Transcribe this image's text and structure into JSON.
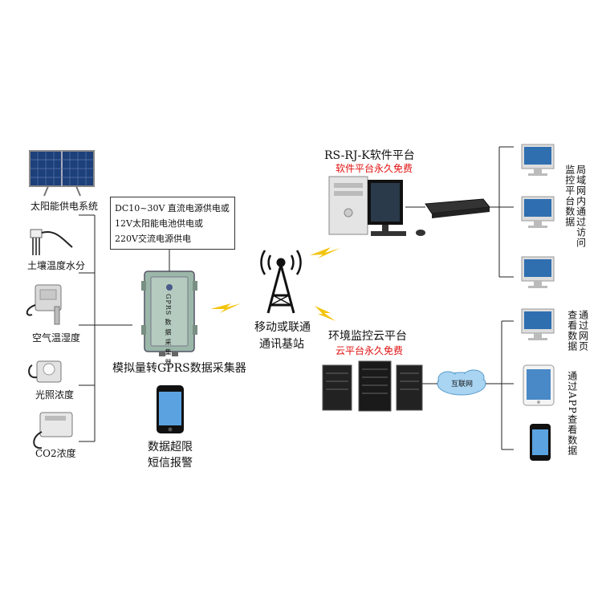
{
  "sensors": {
    "solar": "太阳能供电系统",
    "soil": "土壤温度水分",
    "air": "空气温湿度",
    "light": "光照浓度",
    "co2": "CO2浓度"
  },
  "power": {
    "line1": "DC10~30V 直流电源供电或",
    "line2": "12V太阳能电池供电或",
    "line3": "220V交流电源供电"
  },
  "collector": {
    "label": "模拟量转GPRS数据采集器",
    "device_text": "GPRS 数 据 采 集 器"
  },
  "sms": {
    "line1": "数据超限",
    "line2": "短信报警"
  },
  "station": {
    "line1": "移动或联通",
    "line2": "通讯基站"
  },
  "software": {
    "title": "RS-RJ-K软件平台",
    "subtitle": "软件平台永久免费",
    "lan_note": "局域网内通过访问监控平台数据"
  },
  "cloud": {
    "title": "环境监控云平台",
    "subtitle": "云平台永久免费",
    "internet": "互联网",
    "web_note": "通过网页查看数据",
    "app_note": "通过APP查看数据"
  }
}
